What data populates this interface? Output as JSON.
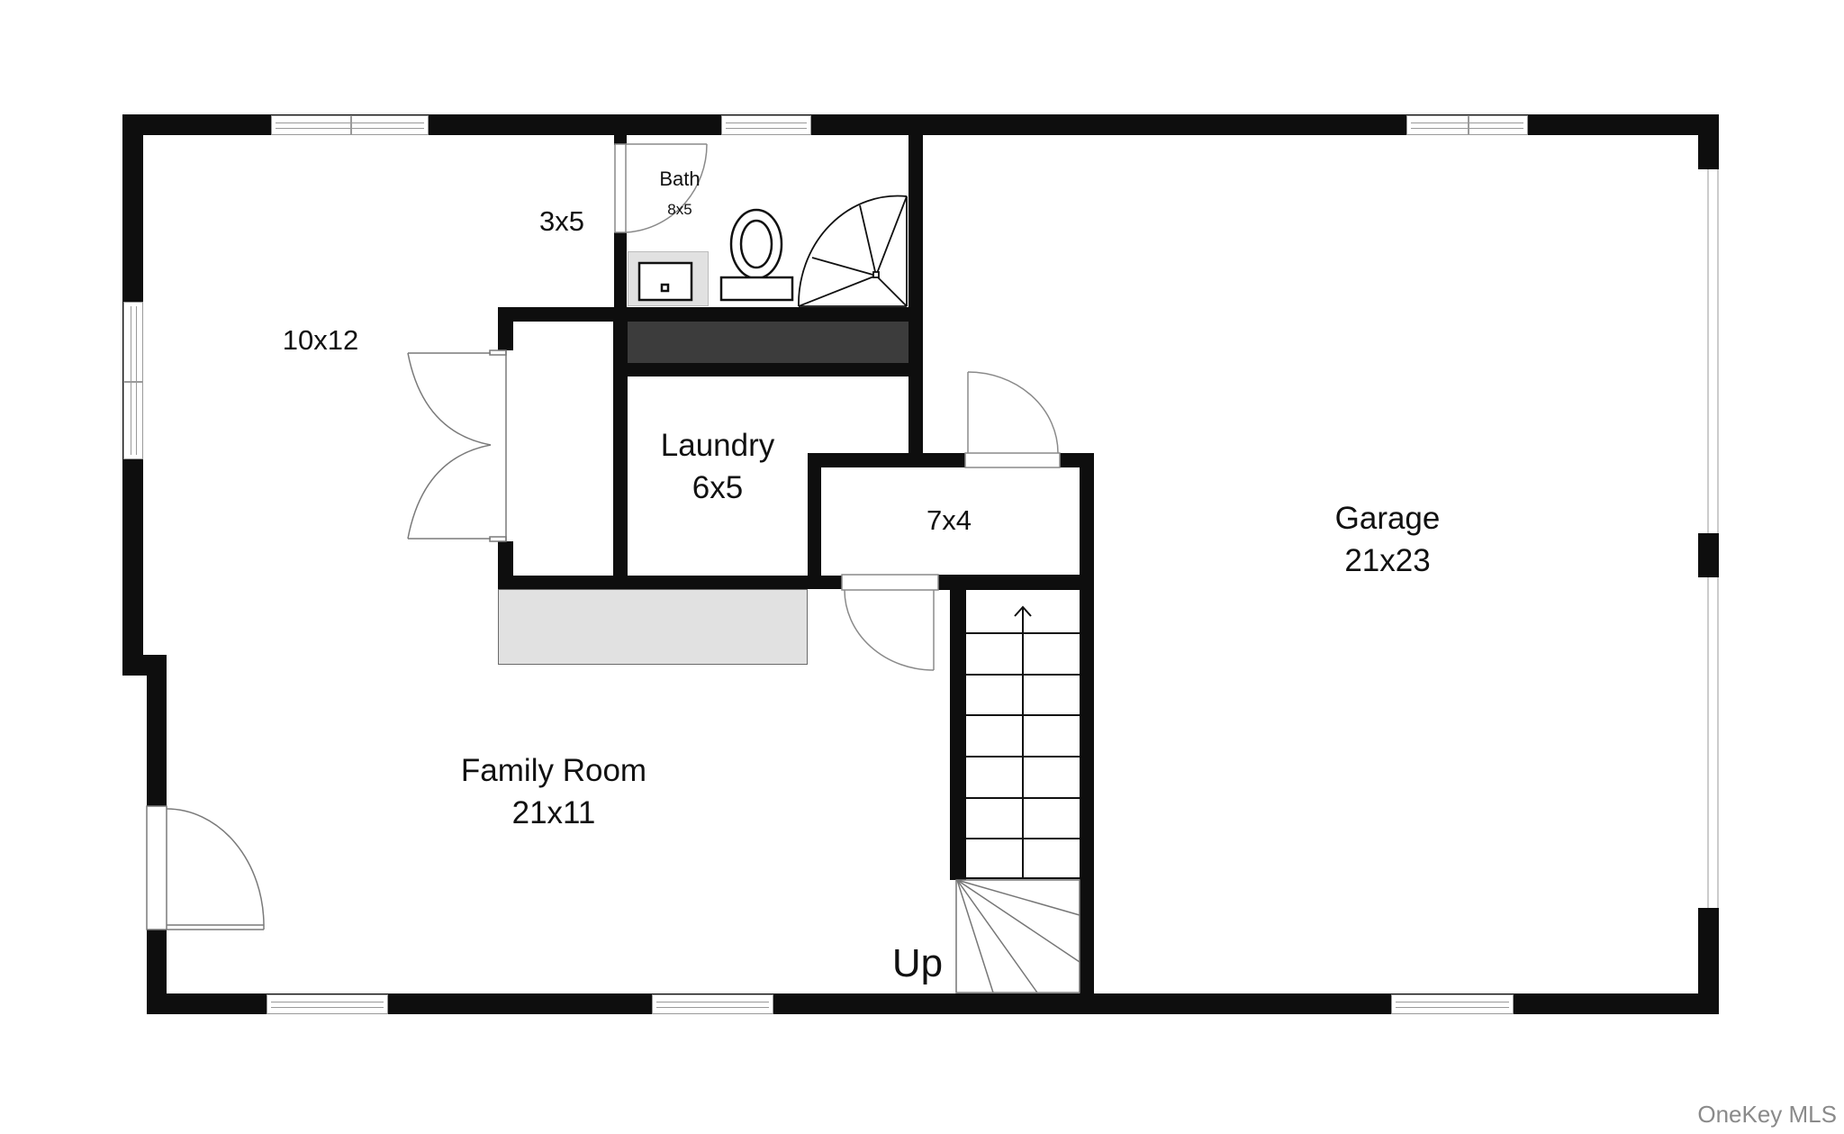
{
  "floorplan": {
    "rooms": [
      {
        "id": "room-10x12",
        "name": "",
        "dimensions": "10x12"
      },
      {
        "id": "room-3x5",
        "name": "",
        "dimensions": "3x5"
      },
      {
        "id": "bath",
        "name": "Bath",
        "dimensions": "8x5"
      },
      {
        "id": "laundry",
        "name": "Laundry",
        "dimensions": "6x5"
      },
      {
        "id": "room-7x4",
        "name": "",
        "dimensions": "7x4"
      },
      {
        "id": "garage",
        "name": "Garage",
        "dimensions": "21x23"
      },
      {
        "id": "family-room",
        "name": "Family Room",
        "dimensions": "21x11"
      }
    ],
    "stairs_label": "Up",
    "colors": {
      "wall": "#0e0e0e",
      "dark_fill": "#3c3c3c",
      "light_fill": "#e1e1e1",
      "fixture_line": "#9a9a9a"
    }
  },
  "watermark": "OneKey MLS"
}
